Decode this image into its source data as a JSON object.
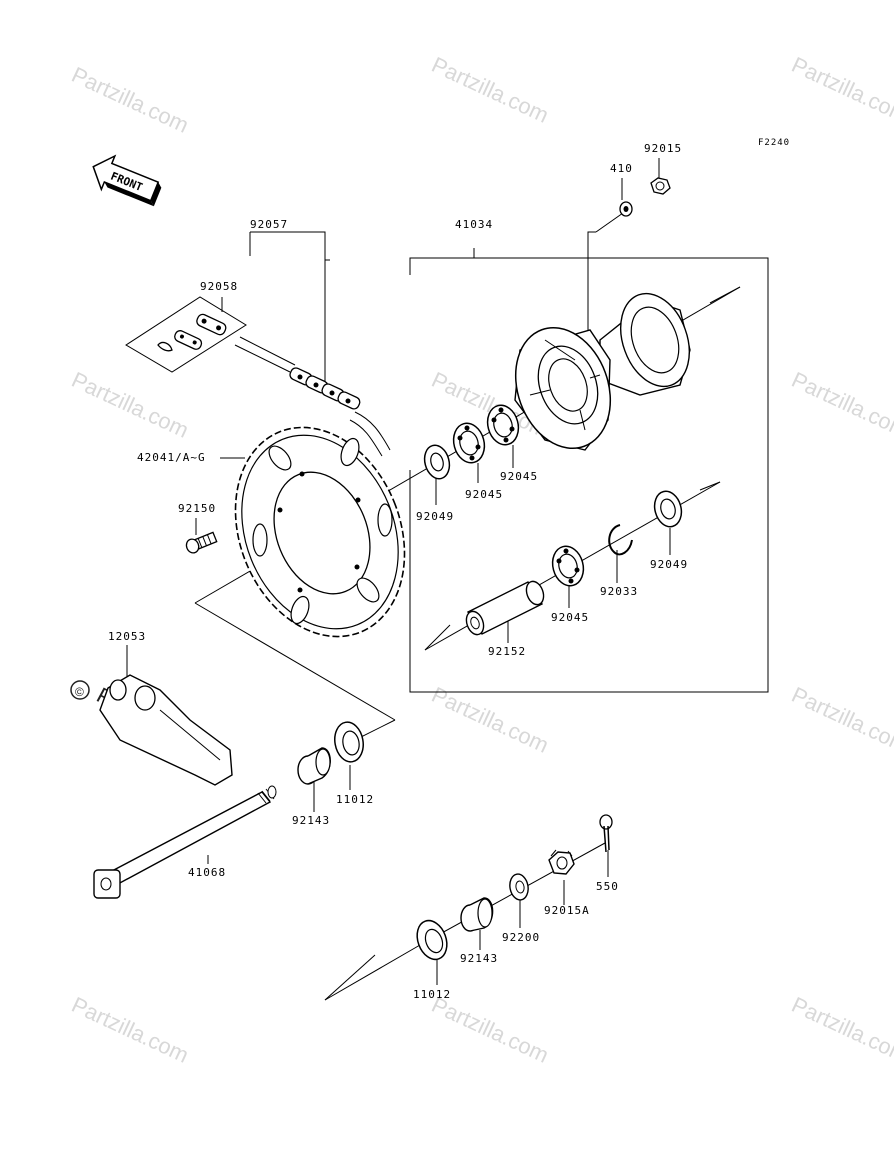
{
  "figure_code": "F2240",
  "front_label": "FRONT",
  "watermark": "Partzilla.com",
  "watermark_symbol": "©",
  "parts": {
    "p92015": "92015",
    "p410": "410",
    "p41034": "41034",
    "p92057": "92057",
    "p92058": "92058",
    "p42041": "42041/A~G",
    "p92150": "92150",
    "p92049a": "92049",
    "p92045a": "92045",
    "p92045b": "92045",
    "p92049b": "92049",
    "p92033": "92033",
    "p92045c": "92045",
    "p92152": "92152",
    "p12053": "12053",
    "p11012a": "11012",
    "p92143a": "92143",
    "p41068": "41068",
    "p550": "550",
    "p92015A": "92015A",
    "p92200": "92200",
    "p92143b": "92143",
    "p11012b": "11012"
  }
}
